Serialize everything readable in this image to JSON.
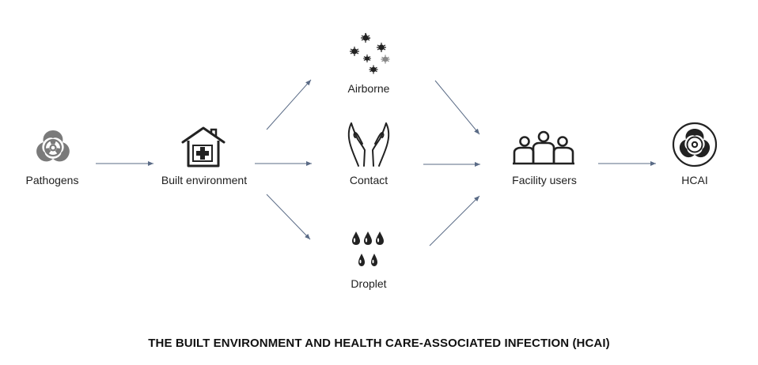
{
  "nodes": {
    "pathogens": {
      "label": "Pathogens",
      "icon": "biohazard-icon"
    },
    "built_environment": {
      "label": "Built environment",
      "icon": "hospital-house-icon"
    },
    "airborne": {
      "label": "Airborne",
      "icon": "germs-icon"
    },
    "contact": {
      "label": "Contact",
      "icon": "hands-icon"
    },
    "droplet": {
      "label": "Droplet",
      "icon": "droplets-icon"
    },
    "facility_users": {
      "label": "Facility users",
      "icon": "people-group-icon"
    },
    "hcai": {
      "label": "HCAI",
      "icon": "biohazard-circle-icon"
    }
  },
  "title": "THE BUILT ENVIRONMENT AND HEALTH CARE-ASSOCIATED INFECTION (HCAI)",
  "colors": {
    "arrow": "#5a6b86",
    "icon": "#222222",
    "biohazard_gray": "#7a7a7a"
  }
}
